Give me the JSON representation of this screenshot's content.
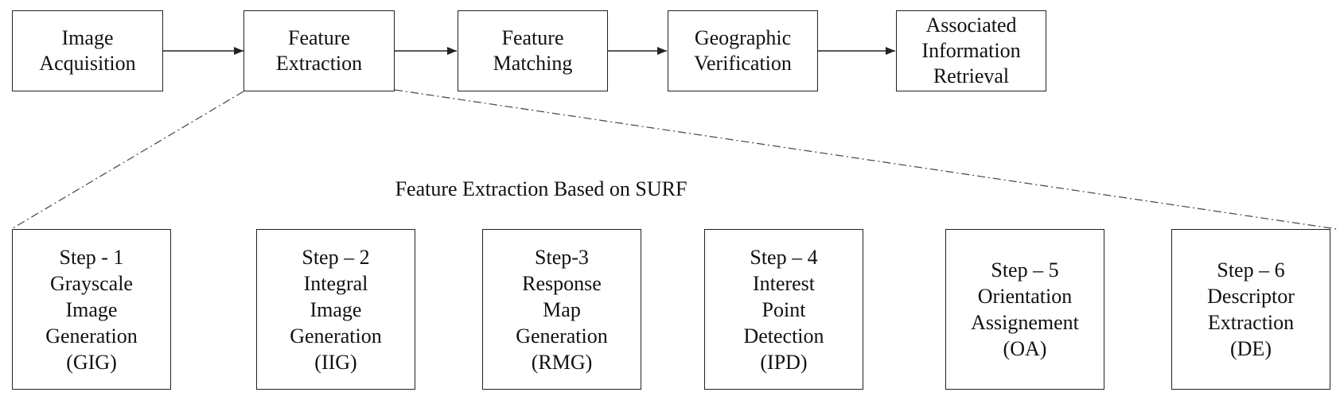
{
  "pipeline": {
    "stages": [
      {
        "id": "acquisition",
        "label": "Image\nAcquisition"
      },
      {
        "id": "extraction",
        "label": "Feature\nExtraction"
      },
      {
        "id": "matching",
        "label": "Feature\nMatching"
      },
      {
        "id": "verification",
        "label": "Geographic\nVerification"
      },
      {
        "id": "retrieval",
        "label": "Associated\nInformation\nRetrieval"
      }
    ]
  },
  "detail": {
    "title": "Feature Extraction Based on SURF",
    "steps": [
      {
        "id": "gig",
        "label": "Step - 1\nGrayscale\nImage\nGeneration\n(GIG)"
      },
      {
        "id": "iig",
        "label": "Step – 2\nIntegral\nImage\nGeneration\n(IIG)"
      },
      {
        "id": "rmg",
        "label": "Step-3\nResponse\nMap\nGeneration\n(RMG)"
      },
      {
        "id": "ipd",
        "label": "Step – 4\nInterest\nPoint\nDetection\n(IPD)"
      },
      {
        "id": "oa",
        "label": "Step – 5\nOrientation\nAssignement\n(OA)"
      },
      {
        "id": "de",
        "label": "Step – 6\nDescriptor\nExtraction\n(DE)"
      }
    ]
  },
  "colors": {
    "stroke": "#222222",
    "text": "#111111",
    "background": "#ffffff"
  }
}
